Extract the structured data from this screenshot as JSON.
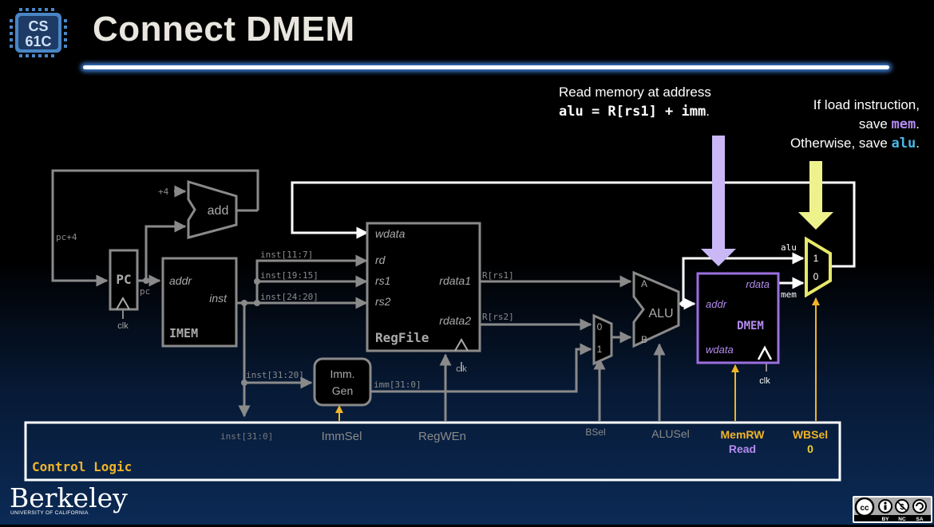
{
  "header": {
    "logo_line1": "CS",
    "logo_line2": "61C",
    "title": "Connect DMEM"
  },
  "notes": {
    "read_memory_line1": "Read memory at address",
    "read_memory_line2": "alu = R[rs1] + imm",
    "read_memory_period": ".",
    "load_line1": "If load instruction,",
    "load_line2_prefix": "save ",
    "load_line2_code": "mem",
    "load_line2_suffix": ".",
    "load_line3_prefix": "Otherwise, save ",
    "load_line3_code": "alu",
    "load_line3_suffix": "."
  },
  "blocks": {
    "add": "add",
    "plus4": "+4",
    "pc": "PC",
    "pc_clk": "clk",
    "imem_addr": "addr",
    "imem_inst": "inst",
    "imem": "IMEM",
    "regfile_wdata": "wdata",
    "regfile_rd": "rd",
    "regfile_rs1": "rs1",
    "regfile_rs2": "rs2",
    "regfile_rdata1": "rdata1",
    "regfile_rdata2": "rdata2",
    "regfile": "RegFile",
    "regfile_clk": "clk",
    "immgen_line1": "Imm.",
    "immgen_line2": "Gen",
    "bmux_0": "0",
    "bmux_1": "1",
    "alu": "ALU",
    "alu_a": "A",
    "alu_b": "B",
    "dmem_rdata": "rdata",
    "dmem_addr": "addr",
    "dmem": "DMEM",
    "dmem_wdata": "wdata",
    "dmem_clk": "clk",
    "wbmux_1": "1",
    "wbmux_0": "0"
  },
  "wires": {
    "pc_plus4": "pc+4",
    "pc": "pc",
    "inst_11_7": "inst[11:7]",
    "inst_19_15": "inst[19:15]",
    "inst_24_20": "inst[24:20]",
    "inst_31_20": "inst[31:20]",
    "imm_31_0": "imm[31:0]",
    "r_rs1": "R[rs1]",
    "r_rs2": "R[rs2]",
    "alu": "alu",
    "mem": "mem",
    "inst_31_0": "inst[31:0]"
  },
  "control": {
    "immsel": "ImmSel",
    "regwen": "RegWEn",
    "bsel": "BSel",
    "alusel": "ALUSel",
    "memrw": "MemRW",
    "memrw_value": "Read",
    "wbsel": "WBSel",
    "wbsel_value": "0",
    "title": "Control Logic"
  },
  "footer": {
    "berkeley": "Berkeley",
    "berkeley_sub": "UNIVERSITY OF CALIFORNIA",
    "cc_by": "BY",
    "cc_nc": "NC",
    "cc_sa": "SA"
  },
  "colors": {
    "wire_gray": "#8a8a8a",
    "dmem_purple": "#9b6fe0",
    "wb_yellow": "#e6e86a",
    "control_yellow": "#f0b429",
    "arrow_lavender": "#c9b8f5",
    "arrow_lime": "#eef28c"
  }
}
